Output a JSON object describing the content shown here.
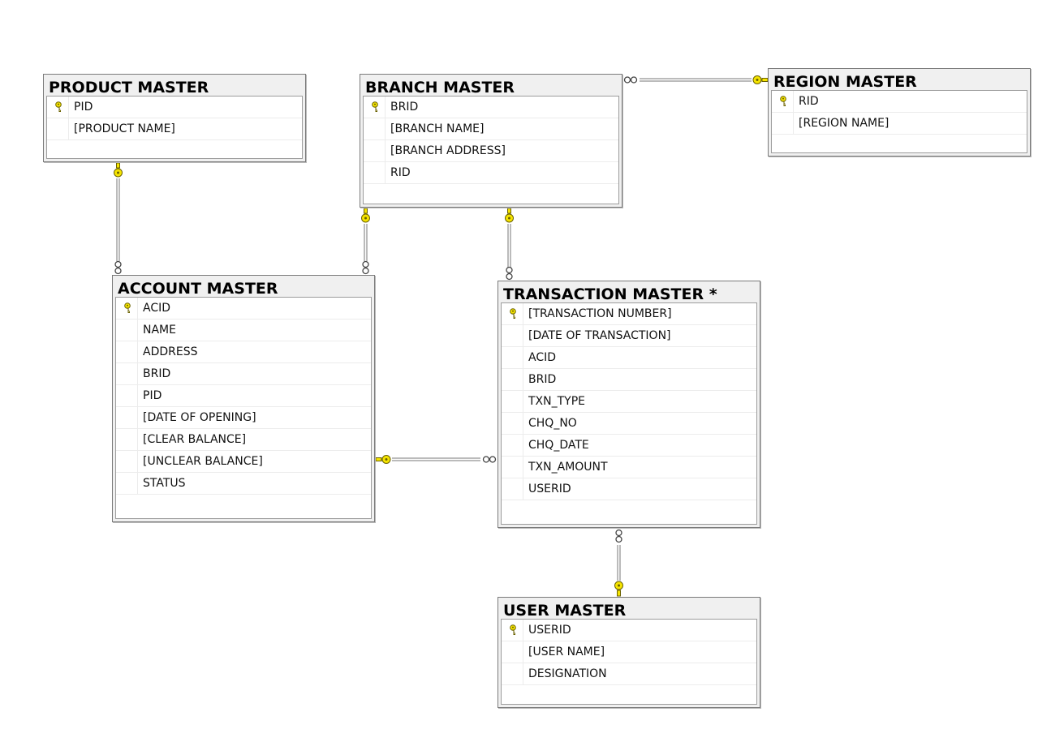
{
  "tables": {
    "product_master": {
      "title": "PRODUCT MASTER",
      "columns": [
        "PID",
        "[PRODUCT NAME]"
      ],
      "key_columns": [
        "PID"
      ]
    },
    "branch_master": {
      "title": "BRANCH MASTER",
      "columns": [
        "BRID",
        "[BRANCH NAME]",
        "[BRANCH ADDRESS]",
        "RID"
      ],
      "key_columns": [
        "BRID"
      ]
    },
    "region_master": {
      "title": "REGION MASTER",
      "columns": [
        "RID",
        "[REGION NAME]"
      ],
      "key_columns": [
        "RID"
      ]
    },
    "account_master": {
      "title": "ACCOUNT MASTER",
      "columns": [
        "ACID",
        "NAME",
        "ADDRESS",
        "BRID",
        "PID",
        "[DATE OF OPENING]",
        "[CLEAR BALANCE]",
        "[UNCLEAR BALANCE]",
        "STATUS"
      ],
      "key_columns": [
        "ACID"
      ]
    },
    "transaction_master": {
      "title": "TRANSACTION MASTER *",
      "columns": [
        "[TRANSACTION NUMBER]",
        "[DATE OF TRANSACTION]",
        "ACID",
        "BRID",
        "TXN_TYPE",
        "CHQ_NO",
        "CHQ_DATE",
        "TXN_AMOUNT",
        "USERID"
      ],
      "key_columns": [
        "[TRANSACTION NUMBER]"
      ]
    },
    "user_master": {
      "title": "USER MASTER",
      "columns": [
        "USERID",
        "[USER NAME]",
        "DESIGNATION"
      ],
      "key_columns": [
        "USERID"
      ]
    }
  },
  "relationships": [
    {
      "from": "product_master",
      "to": "account_master",
      "one_end": "product_master",
      "many_end": "account_master"
    },
    {
      "from": "branch_master",
      "to": "account_master",
      "one_end": "branch_master",
      "many_end": "account_master"
    },
    {
      "from": "branch_master",
      "to": "transaction_master",
      "one_end": "branch_master",
      "many_end": "transaction_master"
    },
    {
      "from": "region_master",
      "to": "branch_master",
      "one_end": "region_master",
      "many_end": "branch_master"
    },
    {
      "from": "account_master",
      "to": "transaction_master",
      "one_end": "account_master",
      "many_end": "transaction_master"
    },
    {
      "from": "user_master",
      "to": "transaction_master",
      "one_end": "user_master",
      "many_end": "transaction_master"
    }
  ],
  "colors": {
    "key_icon": "#f5e400",
    "key_outline": "#6b6200",
    "title_bg": "#f0f0f0",
    "border": "#7a7a7a"
  },
  "icons": {
    "primary_key": "key-icon",
    "one_end": "key-icon",
    "many_end": "infinity-icon"
  }
}
